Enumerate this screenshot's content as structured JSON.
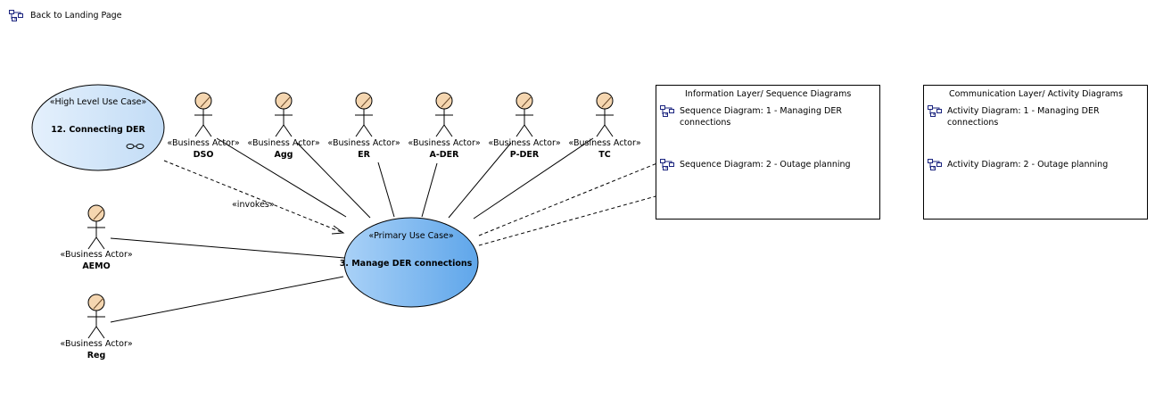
{
  "back_link": {
    "label": "Back to Landing Page"
  },
  "high_level_use_case": {
    "stereotype": "«High Level Use Case»",
    "name": "12. Connecting DER"
  },
  "primary_use_case": {
    "stereotype": "«Primary Use Case»",
    "name": "3. Manage DER connections"
  },
  "invokes_label": "«invokes»",
  "actors": [
    {
      "stereotype": "«Business Actor»",
      "name": "DSO"
    },
    {
      "stereotype": "«Business Actor»",
      "name": "Agg"
    },
    {
      "stereotype": "«Business Actor»",
      "name": "ER"
    },
    {
      "stereotype": "«Business Actor»",
      "name": "A-DER"
    },
    {
      "stereotype": "«Business Actor»",
      "name": "P-DER"
    },
    {
      "stereotype": "«Business Actor»",
      "name": "TC"
    },
    {
      "stereotype": "«Business Actor»",
      "name": "AEMO"
    },
    {
      "stereotype": "«Business Actor»",
      "name": "Reg"
    }
  ],
  "information_layer": {
    "title": "Information Layer/ Sequence Diagrams",
    "items": [
      "Sequence Diagram: 1 - Managing DER connections",
      "Sequence Diagram: 2 - Outage planning"
    ]
  },
  "communication_layer": {
    "title": "Communication Layer/ Activity Diagrams",
    "items": [
      "Activity Diagram: 1 - Managing DER connections",
      "Activity Diagram: 2 - Outage planning"
    ]
  },
  "colors": {
    "actor_head": "#f5d6b0",
    "use_case_light": "#d6e9fb",
    "use_case_primary": "#7bb8f0"
  }
}
